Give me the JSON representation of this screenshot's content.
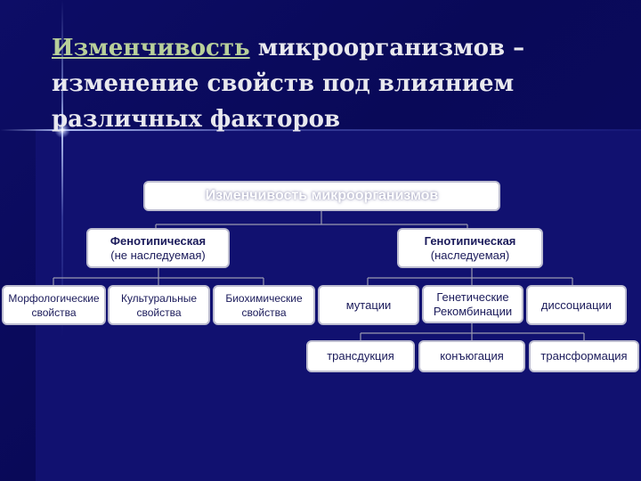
{
  "title": {
    "keyword": "Изменчивость",
    "rest_line1": "микроорганизмов –",
    "line2": "изменение свойств под влиянием",
    "line3": "различных факторов"
  },
  "diagram": {
    "root": "Изменчивость микроорганизмов",
    "phenotypic": {
      "label": "Фенотипическая",
      "sub": "(не наследуемая)",
      "children": [
        "Морфологические свойства",
        "Культуральные свойства",
        "Биохимические свойства"
      ]
    },
    "genotypic": {
      "label": "Генотипическая",
      "sub": "(наследуемая)",
      "children": [
        "мутации",
        "Генетические Рекомбинации",
        "диссоциации"
      ],
      "recombination_children": [
        "трансдукция",
        "конъюгация",
        "трансформация"
      ]
    }
  },
  "display": {
    "pheno_child_lines": [
      [
        "Морфологические",
        "свойства"
      ],
      [
        "Культуральные",
        "свойства"
      ],
      [
        "Биохимические",
        "свойства"
      ]
    ],
    "recomb_lines": [
      "Генетические",
      "Рекомбинации"
    ]
  },
  "colors": {
    "background": "#0a0a5c",
    "title_text": "#e8e8ee",
    "title_keyword": "#b8cf9a",
    "box_fill": "#ffffff",
    "box_text": "#1a1a5a",
    "connector": "#9a9ab0"
  }
}
